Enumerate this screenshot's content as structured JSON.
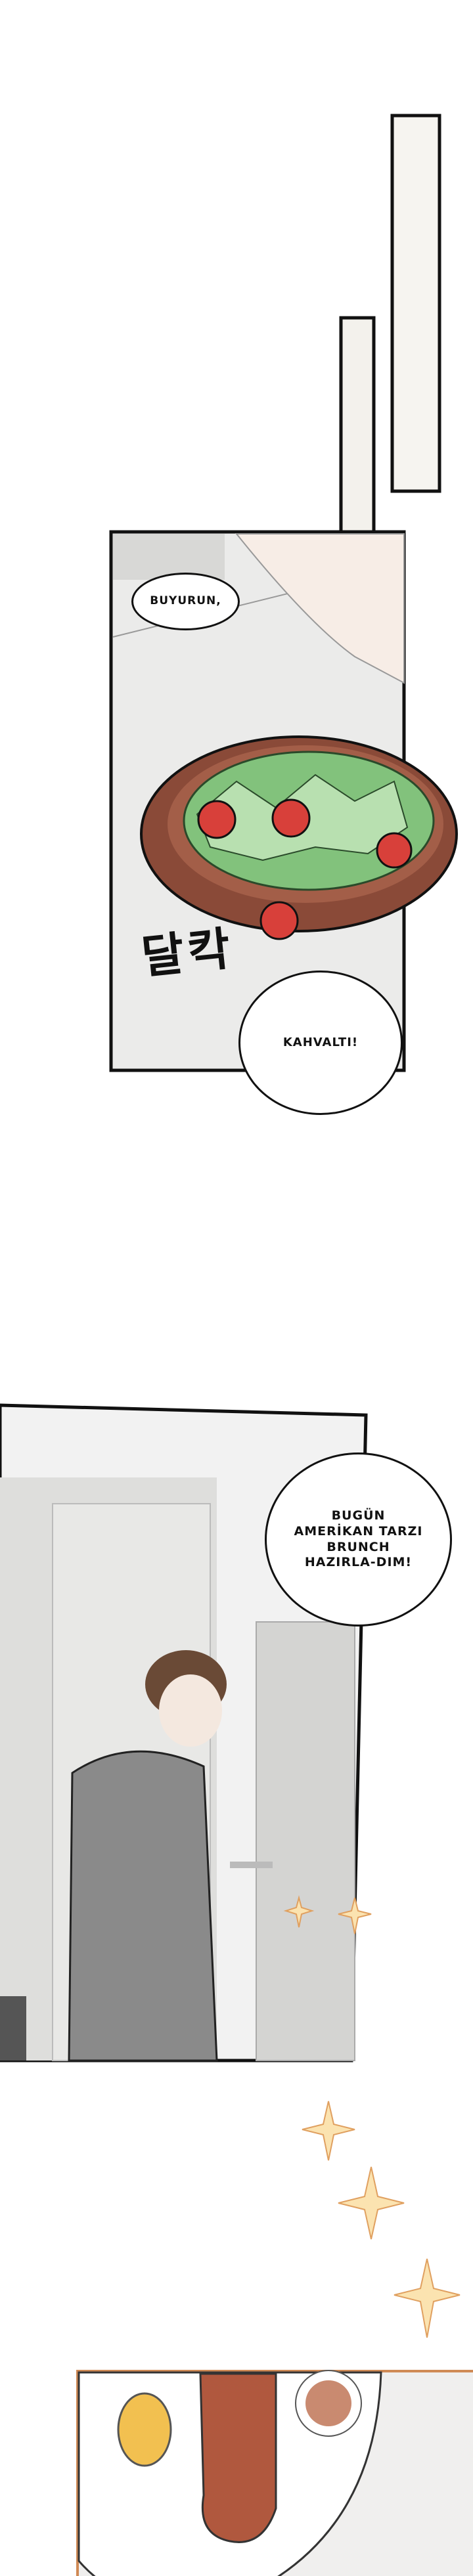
{
  "panels": {
    "salad": {
      "dialogue_1": "BUYURUN,",
      "sfx": "달칵",
      "dialogue_2": "KAHVALTI!"
    },
    "kitchen": {
      "dialogue": "BUGÜN AMERİKAN TARZI BRUNCH HAZIRLA-DIM!"
    }
  },
  "colors": {
    "panel_border": "#111111",
    "brunch_border": "#d08a55",
    "sparkle": "#fbe3b0",
    "tomato": "#d8403a",
    "lettuce": "#7fc27a",
    "bowl": "#8a4a38"
  }
}
